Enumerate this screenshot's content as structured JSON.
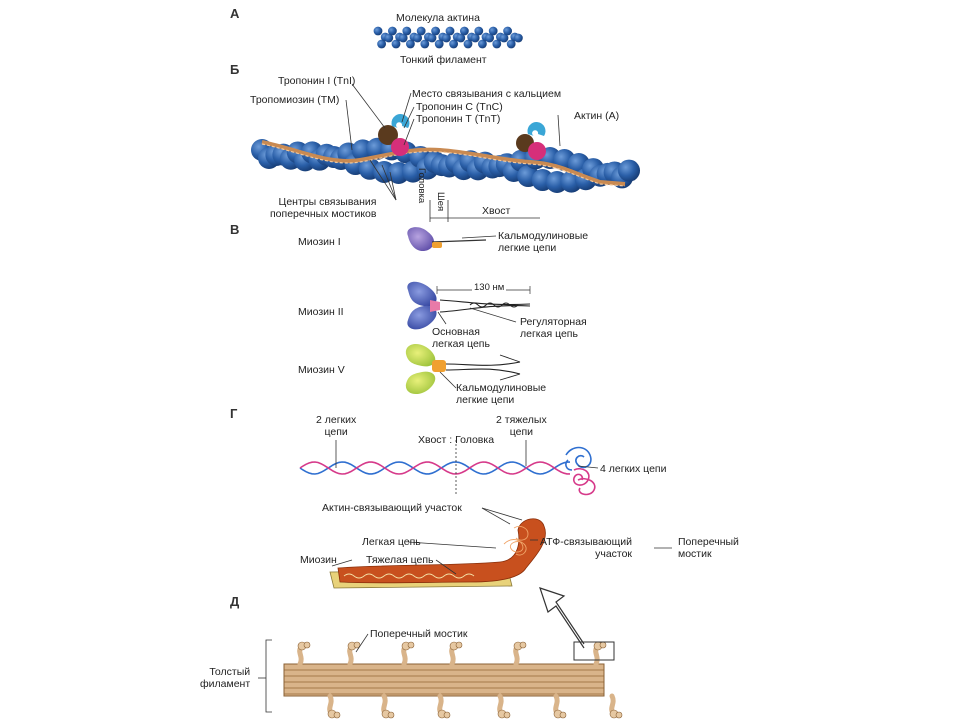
{
  "panels": {
    "a": {
      "letter": "А",
      "actin_molecule": "Молекула актина",
      "thin_filament": "Тонкий филамент"
    },
    "b": {
      "letter": "Б",
      "troponin_i": "Тропонин I (TnI)",
      "tropomyosin": "Тропомиозин (ТМ)",
      "calcium_site": "Место связывания с кальцием",
      "troponin_c": "Тропонин С (TnC)",
      "troponin_t": "Тропонин Т (TnT)",
      "actin": "Актин (А)",
      "crossbridge_centers": "Центры связывания\nпоперечных мостиков"
    },
    "c": {
      "letter": "В",
      "head": "Головка",
      "neck": "Шея",
      "tail": "Хвост",
      "myosin_1": "Миозин I",
      "calmodulin_chains_1": "Кальмодулиновые\nлегкие цепи",
      "length": "130 нм",
      "myosin_2": "Миозин II",
      "essential_chain": "Основная\nлегкая цепь",
      "regulatory_chain": "Регуляторная\nлегкая цепь",
      "myosin_5": "Миозин V",
      "calmodulin_chains_5": "Кальмодулиновые\nлегкие цепи"
    },
    "g": {
      "letter": "Г",
      "two_light": "2 легких\nцепи",
      "two_heavy": "2 тяжелых\nцепи",
      "tail_head": "Хвост : Головка",
      "four_light": "4 легких цепи",
      "actin_binding": "Актин-связывающий участок",
      "light_chain": "Легкая цепь",
      "myosin": "Миозин",
      "heavy_chain": "Тяжелая цепь",
      "atp_binding": "АТФ-связывающий\nучасток",
      "crossbridge": "Поперечный\nмостик"
    },
    "d": {
      "letter": "Д",
      "crossbridge": "Поперечный мостик",
      "thick_filament": "Толстый\nфиламент"
    }
  },
  "colors": {
    "actin_blue": "#2a5fa8",
    "tropomyosin": "#c98a52",
    "troponin_i": "#5a3a1e",
    "troponin_c": "#3aa6d6",
    "troponin_t": "#d62f7a",
    "myosin_orange": "#c8501e",
    "heavy_chain_yellow": "#e8d27a",
    "filament_tan": "#d9b48a"
  }
}
